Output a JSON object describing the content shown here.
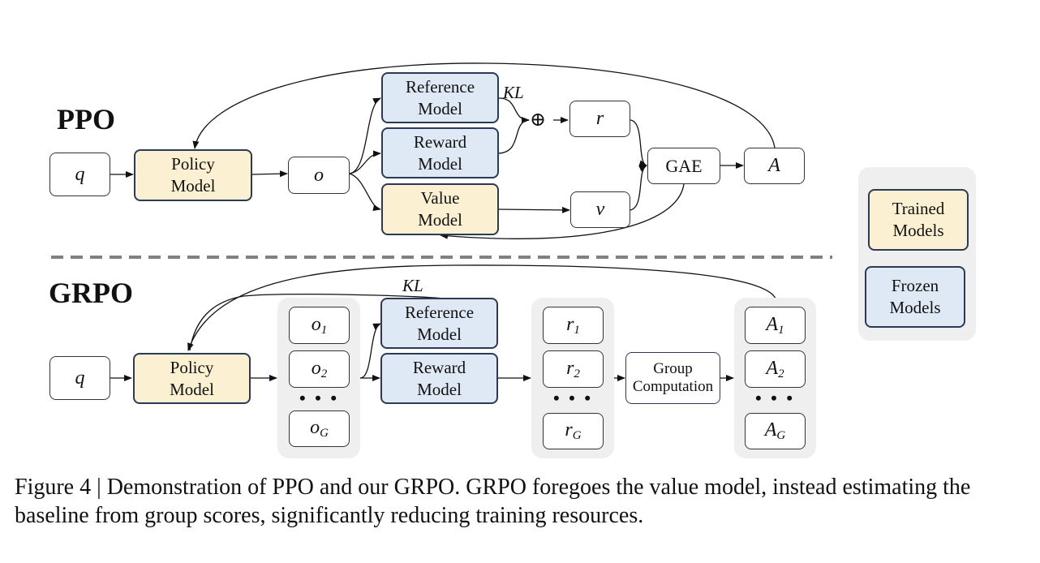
{
  "ppo": {
    "title": "PPO",
    "input": "q",
    "policy_model": "Policy Model",
    "output": "o",
    "reference_model": "Reference Model",
    "reward_model": "Reward Model",
    "value_model": "Value Model",
    "kl_label": "KL",
    "sum_symbol": "⊕",
    "reward": "r",
    "value": "v",
    "gae": "GAE",
    "advantage": "A"
  },
  "grpo": {
    "title": "GRPO",
    "input": "q",
    "policy_model": "Policy Model",
    "outputs": [
      {
        "base": "o",
        "sub": "1"
      },
      {
        "base": "o",
        "sub": "2"
      },
      {
        "base": "o",
        "sub": "G"
      }
    ],
    "reference_model": "Reference Model",
    "reward_model": "Reward Model",
    "kl_label": "KL",
    "rewards": [
      {
        "base": "r",
        "sub": "1"
      },
      {
        "base": "r",
        "sub": "2"
      },
      {
        "base": "r",
        "sub": "G"
      }
    ],
    "group_computation": "Group Computation",
    "advantages": [
      {
        "base": "A",
        "sub": "1"
      },
      {
        "base": "A",
        "sub": "2"
      },
      {
        "base": "A",
        "sub": "G"
      }
    ],
    "ellipsis": "• • •"
  },
  "legend": {
    "trained": "Trained Models",
    "frozen": "Frozen Models"
  },
  "colors": {
    "trained_fill": "#fcf0d2",
    "frozen_fill": "#dfe9f5",
    "model_border": "#2b3a55",
    "panel_fill": "#efefef",
    "divider": "#808080"
  },
  "caption": "Figure 4 | Demonstration of PPO and our GRPO. GRPO foregoes the value model, instead estimating the baseline from group scores, significantly reducing training resources."
}
